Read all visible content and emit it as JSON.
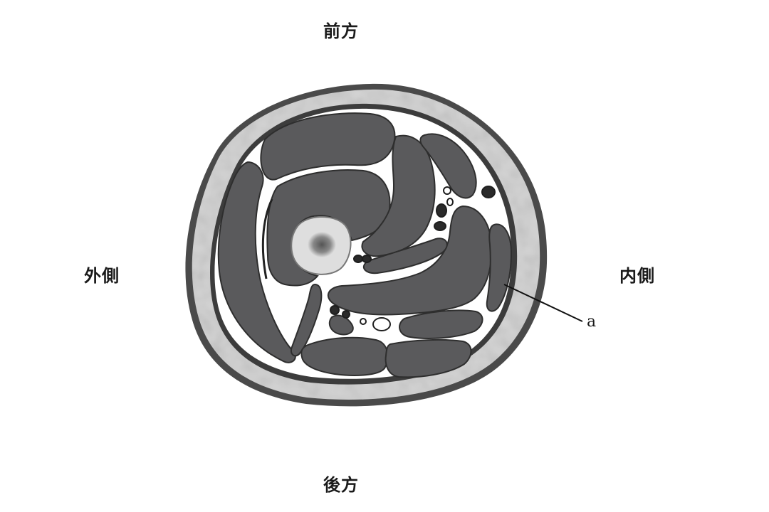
{
  "labels": {
    "anterior": "前方",
    "posterior": "後方",
    "lateral": "外側",
    "medial": "内側",
    "pointer": "a"
  },
  "colors": {
    "muscle": "#5a5a5c",
    "outline": "#3a3a3a",
    "subcutaneous": "#d4d4d4",
    "fascia": "#ffffff",
    "bone": "#dedede",
    "marrow": "#6e6e6e",
    "vessel": "#222222"
  }
}
